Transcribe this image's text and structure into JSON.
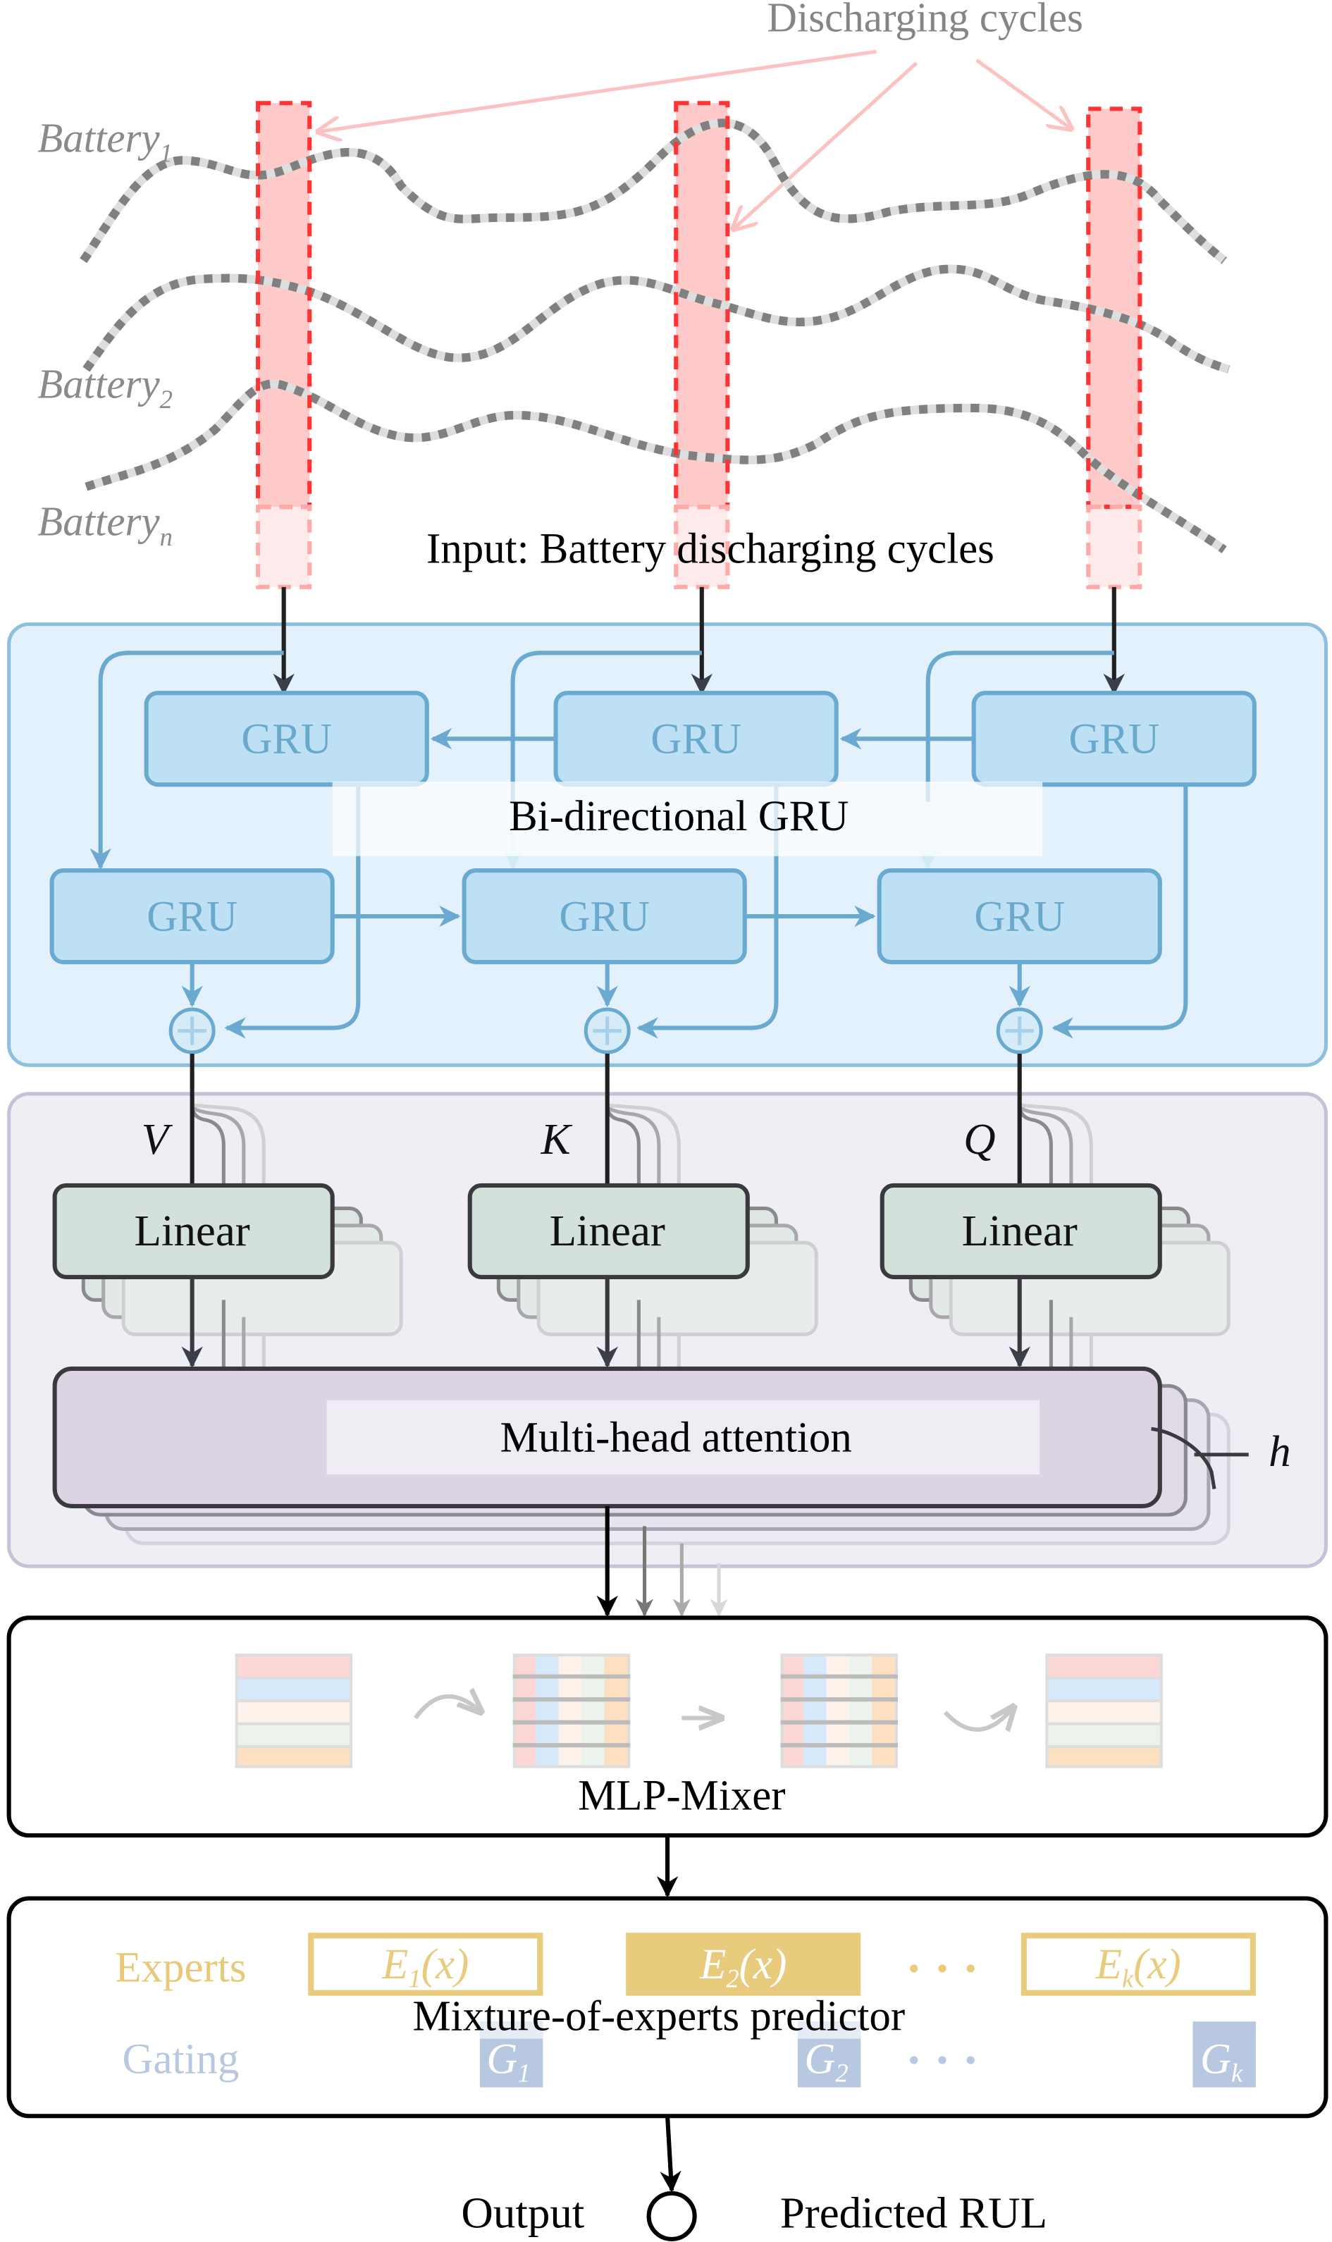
{
  "title": "Battery RUL prediction architecture",
  "input": {
    "top_label": "Discharging cycles",
    "battery_labels": [
      {
        "base": "Battery",
        "sub": "1"
      },
      {
        "base": "Battery",
        "sub": "2"
      },
      {
        "base": "Battery",
        "sub": "n"
      }
    ],
    "section_label": "Input: Battery discharging cycles"
  },
  "bigru": {
    "section_label": "Bi-directional GRU",
    "cell_label": "GRU",
    "top_row": [
      "GRU",
      "GRU",
      "GRU"
    ],
    "bottom_row": [
      "GRU",
      "GRU",
      "GRU"
    ]
  },
  "attention": {
    "qkv": [
      "V",
      "K",
      "Q"
    ],
    "linear_labels": [
      "Linear",
      "Linear",
      "Linear"
    ],
    "section_label": "Multi-head attention",
    "heads_label": "h"
  },
  "mixer": {
    "section_label": "MLP-Mixer"
  },
  "moe": {
    "section_label": "Mixture-of-experts predictor",
    "experts_label": "Experts",
    "gating_label": "Gating",
    "experts": [
      {
        "base": "E",
        "sub": "1",
        "arg": "(x)",
        "active": false
      },
      {
        "base": "E",
        "sub": "2",
        "arg": "(x)",
        "active": true
      },
      {
        "base": "E",
        "sub": "k",
        "arg": "(x)",
        "active": false
      }
    ],
    "gates": [
      {
        "base": "G",
        "sub": "1"
      },
      {
        "base": "G",
        "sub": "2"
      },
      {
        "base": "G",
        "sub": "k"
      }
    ],
    "ellipsis": "· · ·"
  },
  "output": {
    "label": "Output",
    "result_label": "Predicted RUL"
  },
  "colors": {
    "gru_fill": "#bde0f5",
    "gru_stroke": "#6aaad0",
    "bigru_panel": "#e3f1fc",
    "attention_panel": "#efeef5",
    "linear_fill": "#d4e0da",
    "attention_fill": "#dcd3e3",
    "expert_gold": "#e8cb7c",
    "gate_blue": "#b7c8e0",
    "discharge_bar": "#fdc9c9",
    "discharge_border": "#ff3333"
  }
}
